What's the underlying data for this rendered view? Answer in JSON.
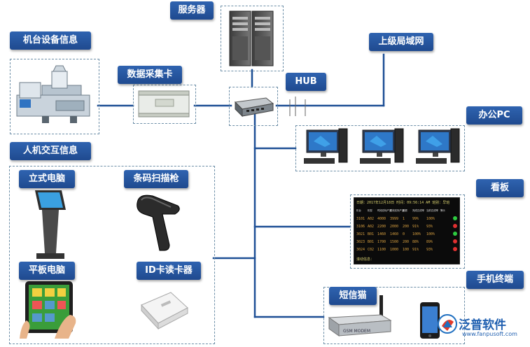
{
  "labels": {
    "server": "服务器",
    "machine_info": "机台设备信息",
    "data_card": "数据采集卡",
    "hub": "HUB",
    "upper_lan": "上级局域网",
    "office_pc": "办公PC",
    "hmi_info": "人机交互信息",
    "kiosk": "立式电脑",
    "barcode_gun": "条码扫描枪",
    "tablet": "平板电脑",
    "id_reader": "ID卡读卡器",
    "board": "看板",
    "mobile": "手机终端",
    "sms_cat": "短信猫"
  },
  "modem_text": "GSM MODEM",
  "kanban": {
    "header": "日期：2017年12月18日   时间：09:56:14 AM   班别：早班",
    "columns": [
      "机台",
      "机型",
      "时段总标产量",
      "时段实际产量",
      "差额",
      "完成达成率",
      "当前达成率",
      "警示"
    ],
    "rows": [
      [
        "3101",
        "A02",
        "4000",
        "3999",
        "1",
        "99%",
        "100%"
      ],
      [
        "3106",
        "A02",
        "2200",
        "2000",
        "200",
        "91%",
        "93%"
      ],
      [
        "3021",
        "B01",
        "1460",
        "1460",
        "0",
        "100%",
        "100%"
      ],
      [
        "3023",
        "B01",
        "1700",
        "1500",
        "200",
        "88%",
        "89%"
      ],
      [
        "3024",
        "C02",
        "1100",
        "1000",
        "100",
        "91%",
        "93%"
      ]
    ],
    "status_colors": [
      "#2ecc40",
      "#e03030",
      "#2ecc40",
      "#e03030",
      "#e03030"
    ],
    "footer": "滚动信息："
  },
  "watermark": {
    "brand": "泛普软件",
    "url": "www.fanpusoft.com"
  },
  "colors": {
    "label_bg": "#2a5aa5",
    "wire": "#1d4f95",
    "dash": "#6d8fa8"
  }
}
